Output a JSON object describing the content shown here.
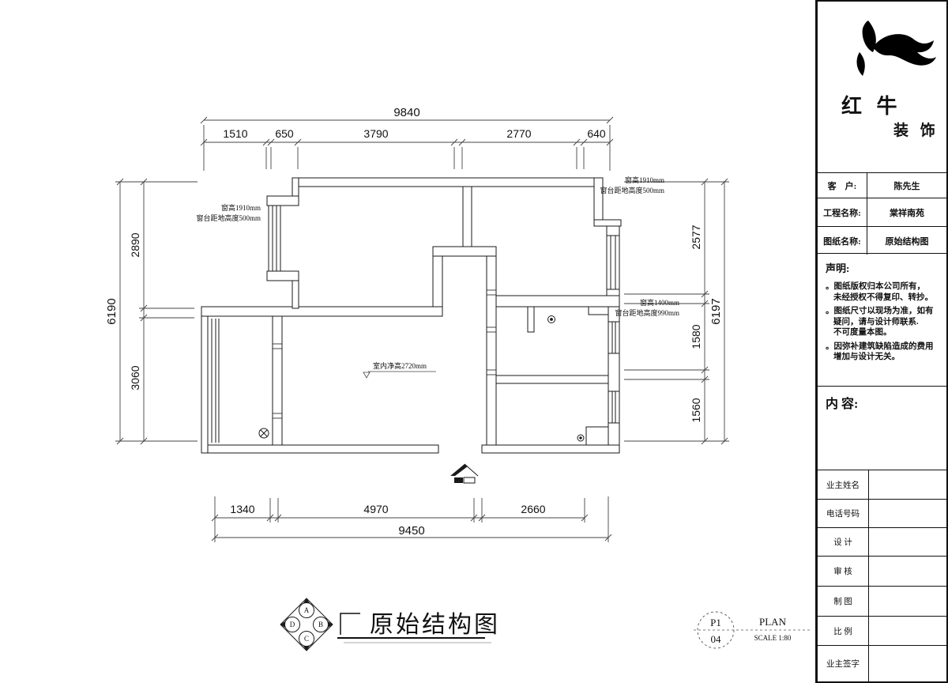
{
  "drawing": {
    "title": "原始结构图",
    "dimensions": {
      "top": {
        "overall": "9840",
        "segments": [
          "1510",
          "650",
          "3790",
          "2770",
          "640"
        ]
      },
      "bottom": {
        "overall": "9450",
        "segments": [
          "1340",
          "4970",
          "2660"
        ]
      },
      "left": {
        "overall": "6190",
        "segments": [
          "2890",
          "3060"
        ]
      },
      "right": {
        "overall": "6197",
        "segments": [
          "2577",
          "1580",
          "1560"
        ]
      }
    },
    "annotations": {
      "window_left": [
        "窗高1910mm",
        "窗台距地高度500mm"
      ],
      "window_top_right": [
        "窗高1910mm",
        "窗台距地高度500mm"
      ],
      "window_right": [
        "窗高1400mm",
        "窗台距地高度990mm"
      ],
      "ceiling_height": "室内净高2720mm"
    },
    "compass": {
      "letters": [
        "A",
        "B",
        "C",
        "D"
      ]
    },
    "stamp": {
      "code_top": "P1",
      "code_bottom": "04",
      "label": "PLAN",
      "scale": "SCALE 1:80"
    }
  },
  "title_block": {
    "logo": {
      "line1": "红 牛",
      "line2": "装 饰"
    },
    "info_rows": [
      {
        "label": "客　户:",
        "value": "陈先生"
      },
      {
        "label": "工程名称:",
        "value": "棠祥南苑"
      },
      {
        "label": "图纸名称:",
        "value": "原始结构图"
      }
    ],
    "statement": {
      "title": "声明:",
      "lines": [
        "。图纸版权归本公司所有，",
        "未经授权不得复印、转抄。",
        "。图纸尺寸以现场为准，如有",
        "疑问，请与设计师联系.",
        "不可度量本图。",
        "。因弥补建筑缺陷造成的费用",
        "增加与设计无关。"
      ]
    },
    "content_label": "内 容:",
    "sign_rows": [
      "业主姓名",
      "电话号码",
      "设 计",
      "审 核",
      "制 图",
      "比 例",
      "业主签字"
    ]
  }
}
